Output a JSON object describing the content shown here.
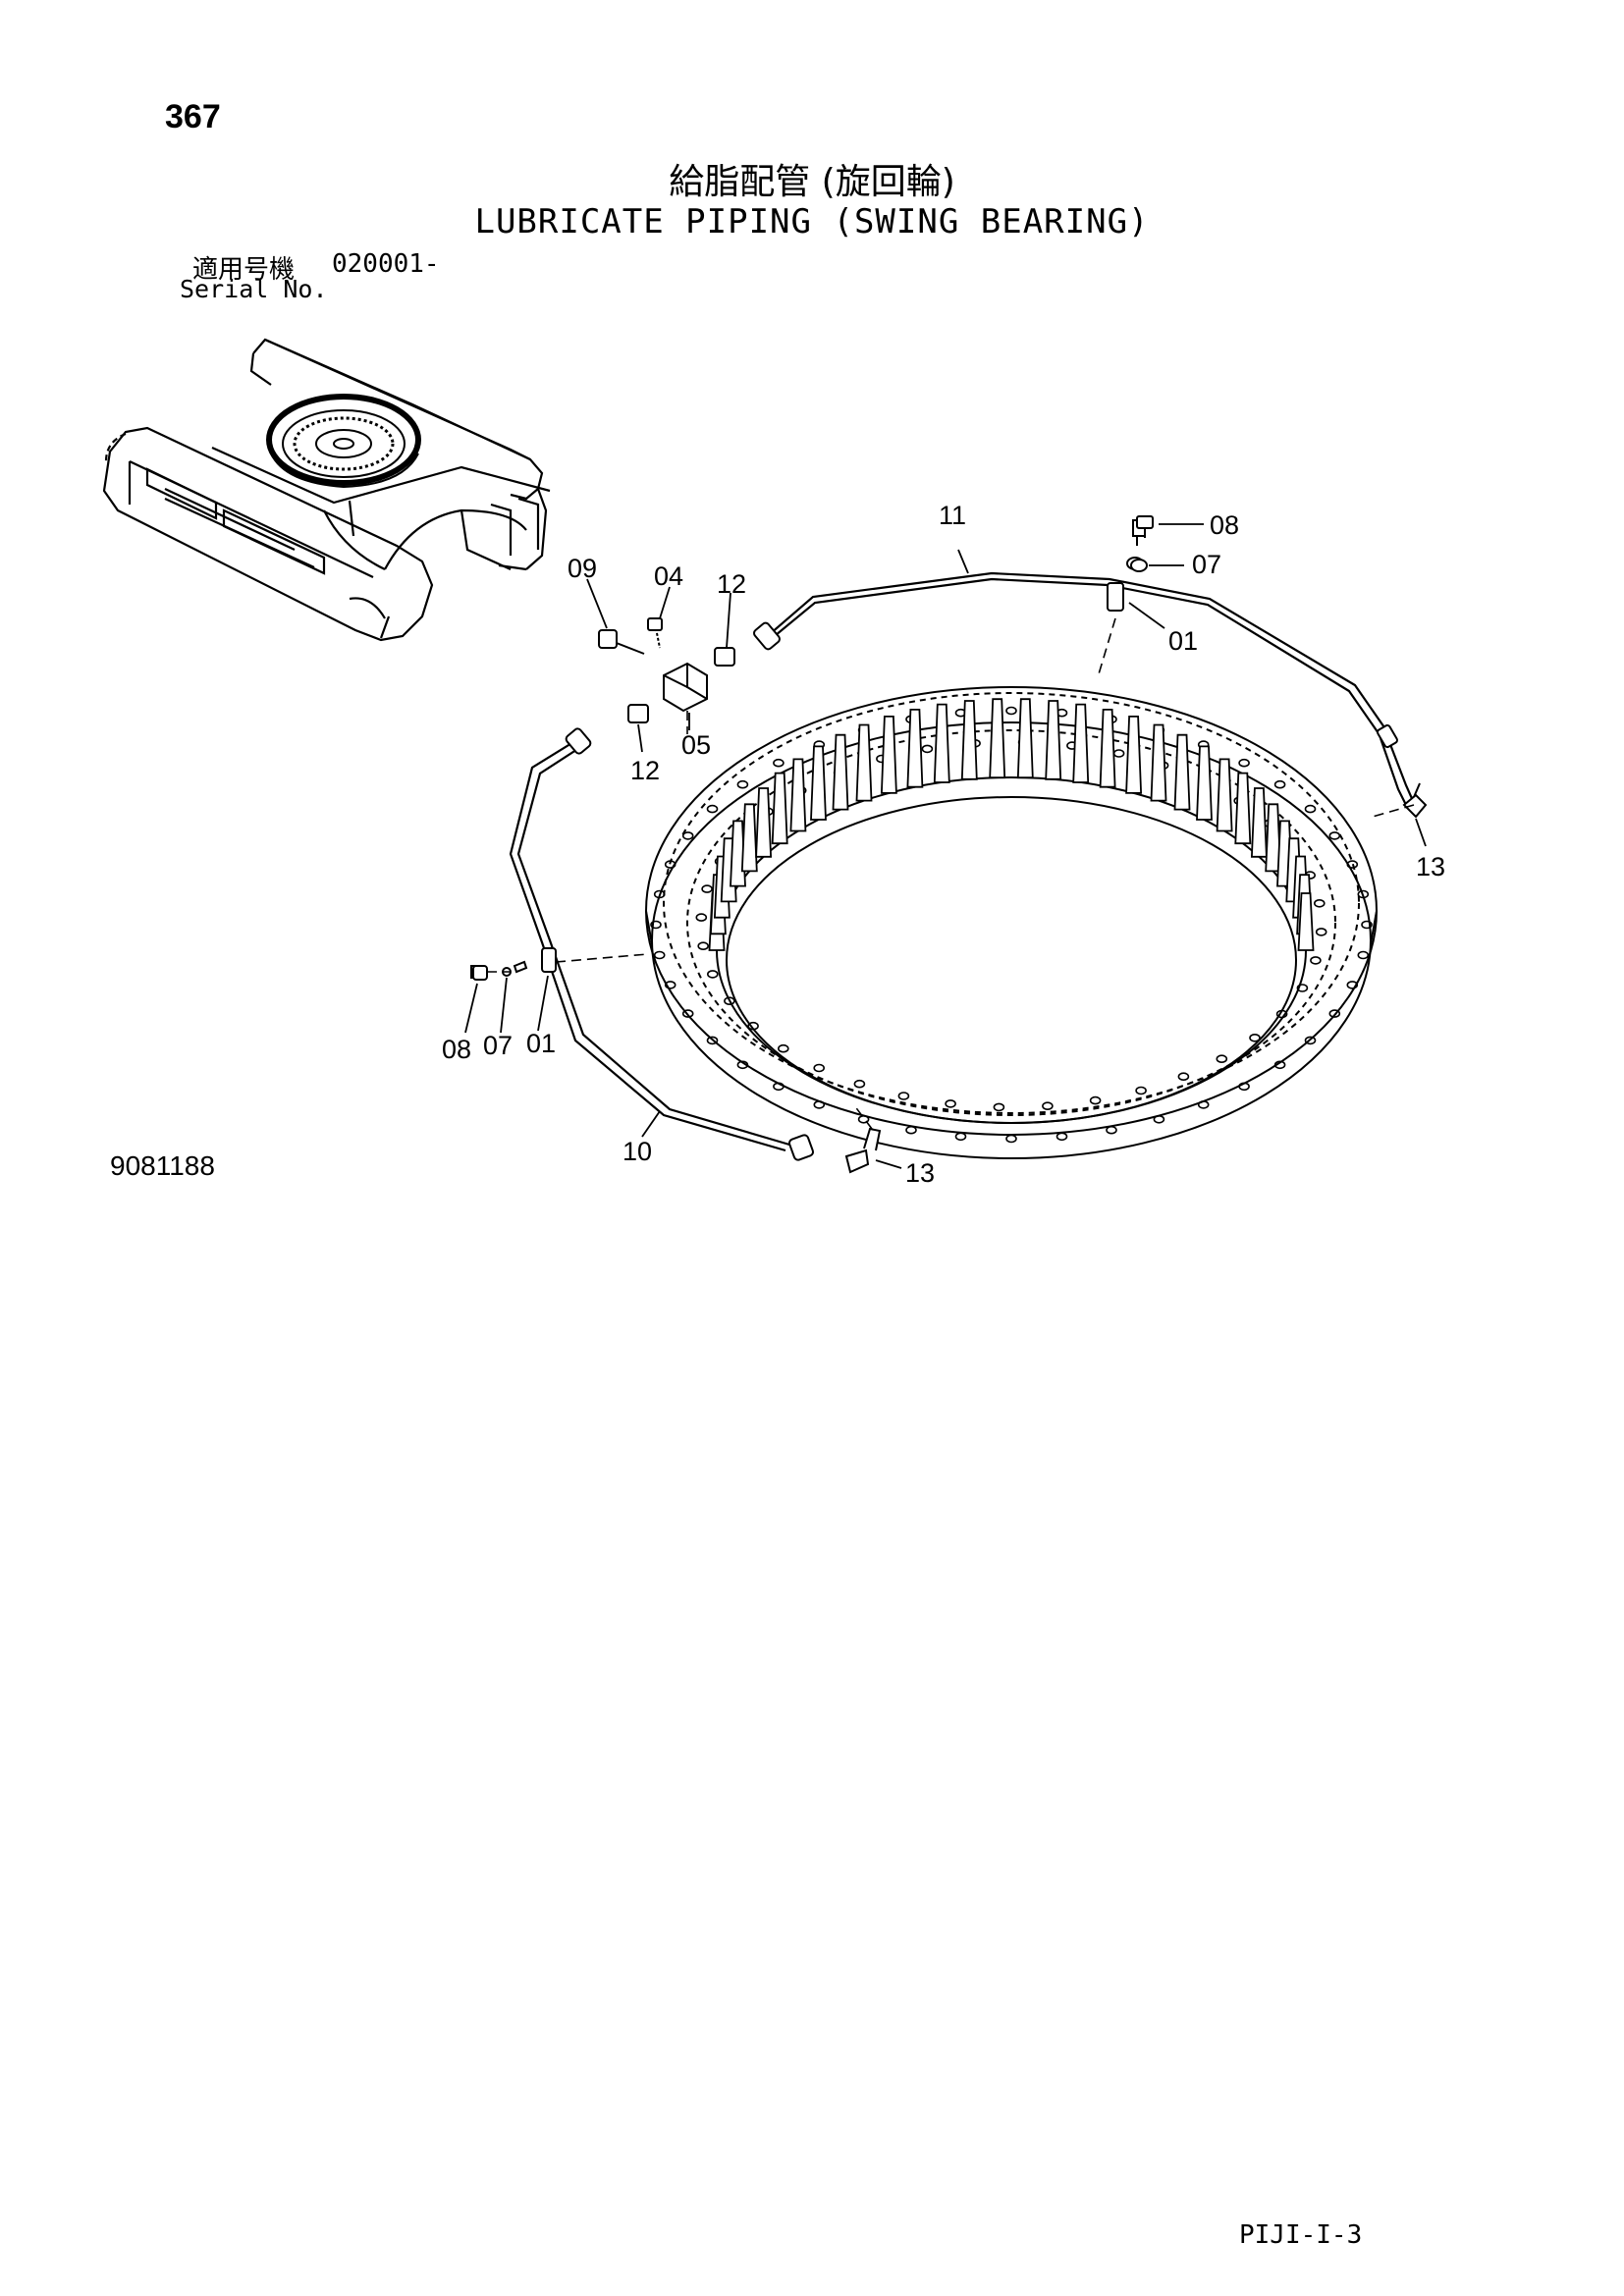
{
  "page": {
    "number": "367",
    "title_jp": "給脂配管 (旋回輪)",
    "title_en": "LUBRICATE PIPING (SWING BEARING)",
    "serial_label_jp": "適用号機",
    "serial_value": "020001-",
    "serial_label_en": "Serial No.",
    "drawing_number": "9081188",
    "page_code": "PIJI-I-3"
  },
  "callouts": {
    "c01a": "01",
    "c01b": "01",
    "c04": "04",
    "c05": "05",
    "c07a": "07",
    "c07b": "07",
    "c08a": "08",
    "c08b": "08",
    "c09": "09",
    "c10": "10",
    "c11": "11",
    "c12a": "12",
    "c12b": "12",
    "c13a": "13",
    "c13b": "13"
  }
}
